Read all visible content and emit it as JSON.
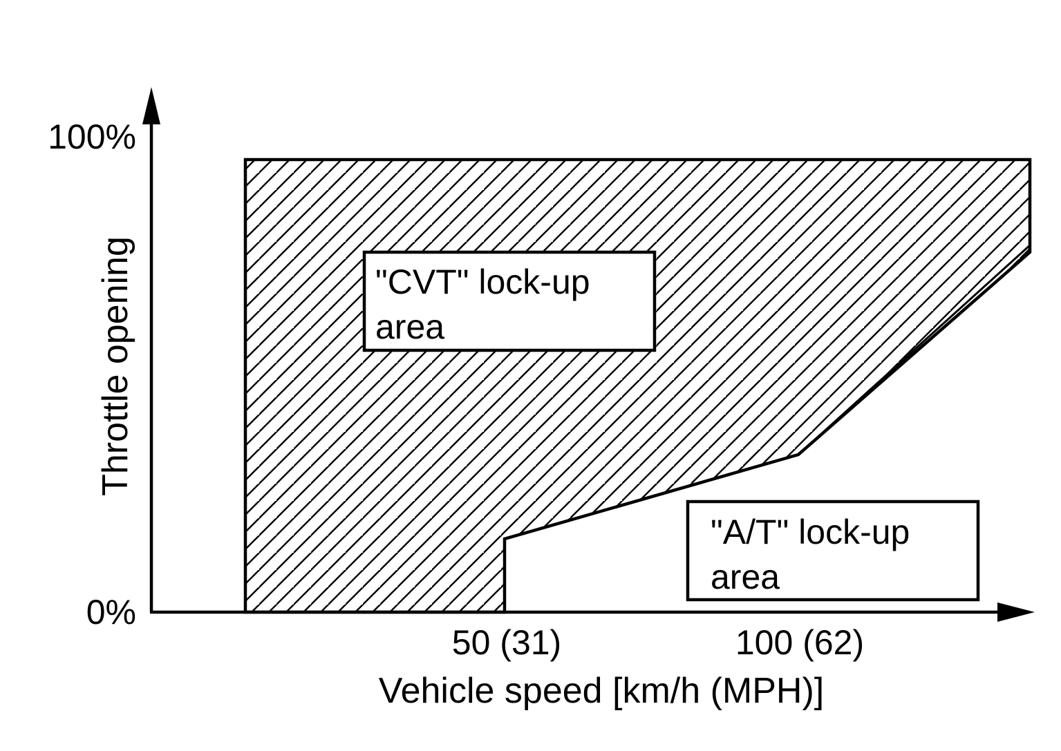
{
  "axes": {
    "x_label": "Vehicle speed [km/h (MPH)]",
    "y_label": "Throttle opening",
    "x_ticks": [
      "50 (31)",
      "100 (62)"
    ],
    "y_ticks": [
      "0%",
      "100%"
    ]
  },
  "regions": {
    "cvt_label_line1": "\"CVT\" lock-up",
    "cvt_label_line2": "area",
    "at_label_line1": "\"A/T\" lock-up",
    "at_label_line2": "area"
  },
  "colors": {
    "ink": "#000000",
    "background": "#ffffff"
  }
}
